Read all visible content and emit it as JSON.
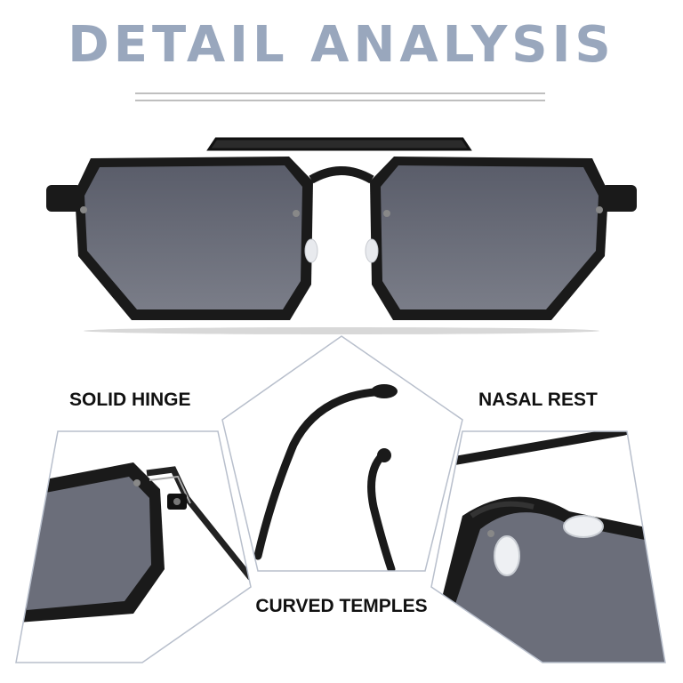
{
  "title": "DETAIL ANALYSIS",
  "labels": {
    "hinge": "SOLID HINGE",
    "nasal": "NASAL REST",
    "temples": "CURVED TEMPLES"
  },
  "colors": {
    "title": "#99a7bd",
    "divider": "#bfbfbf",
    "frame": "#1a1a1a",
    "lens": "#6b6e7a",
    "panel_border": "#b8bfcc"
  },
  "icons": [
    "sunglasses-front-view",
    "hinge-closeup",
    "temple-arms-closeup",
    "nose-pad-closeup"
  ]
}
